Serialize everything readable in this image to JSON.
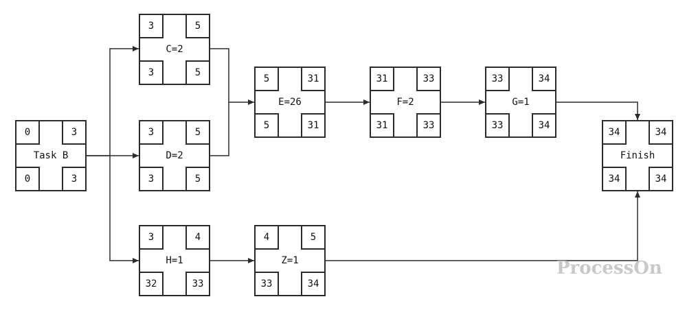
{
  "nodes": {
    "task_b": {
      "label": "Task B",
      "tl": "0",
      "tr": "3",
      "bl": "0",
      "br": "3"
    },
    "c": {
      "label": "C=2",
      "tl": "3",
      "tr": "5",
      "bl": "3",
      "br": "5"
    },
    "d": {
      "label": "D=2",
      "tl": "3",
      "tr": "5",
      "bl": "3",
      "br": "5"
    },
    "h": {
      "label": "H=1",
      "tl": "3",
      "tr": "4",
      "bl": "32",
      "br": "33"
    },
    "e": {
      "label": "E=26",
      "tl": "5",
      "tr": "31",
      "bl": "5",
      "br": "31"
    },
    "z": {
      "label": "Z=1",
      "tl": "4",
      "tr": "5",
      "bl": "33",
      "br": "34"
    },
    "f": {
      "label": "F=2",
      "tl": "31",
      "tr": "33",
      "bl": "31",
      "br": "33"
    },
    "g": {
      "label": "G=1",
      "tl": "33",
      "tr": "34",
      "bl": "33",
      "br": "34"
    },
    "finish": {
      "label": "Finish",
      "tl": "34",
      "tr": "34",
      "bl": "34",
      "br": "34"
    }
  },
  "watermark": "ProcessOn",
  "colors": {
    "line": "#2b2b2b",
    "watermark": "#c9c9c9"
  }
}
